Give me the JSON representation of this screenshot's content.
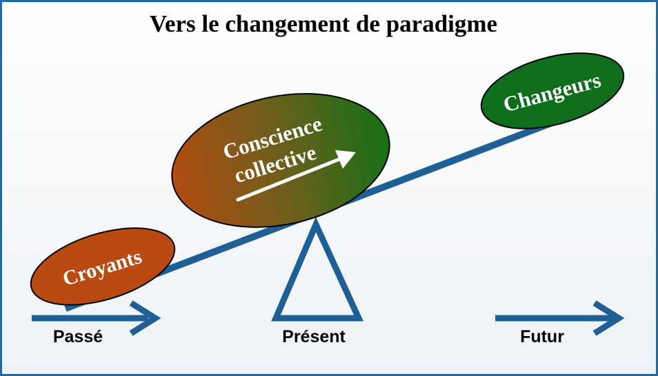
{
  "title": "Vers le changement de paradigme",
  "ellipses": {
    "croyants": "Croyants",
    "conscience_line1": "Conscience",
    "conscience_line2": "collective",
    "changeurs": "Changeurs"
  },
  "timeline": {
    "past": "Passé",
    "present": "Présent",
    "future": "Futur"
  },
  "colors": {
    "frame_border": "#1f6aa5",
    "beam": "#1e5f96",
    "croyants_fill": "#b94a12",
    "changeurs_fill": "#0f6e1c",
    "conscience_left": "#b24d12",
    "conscience_right": "#157015"
  }
}
